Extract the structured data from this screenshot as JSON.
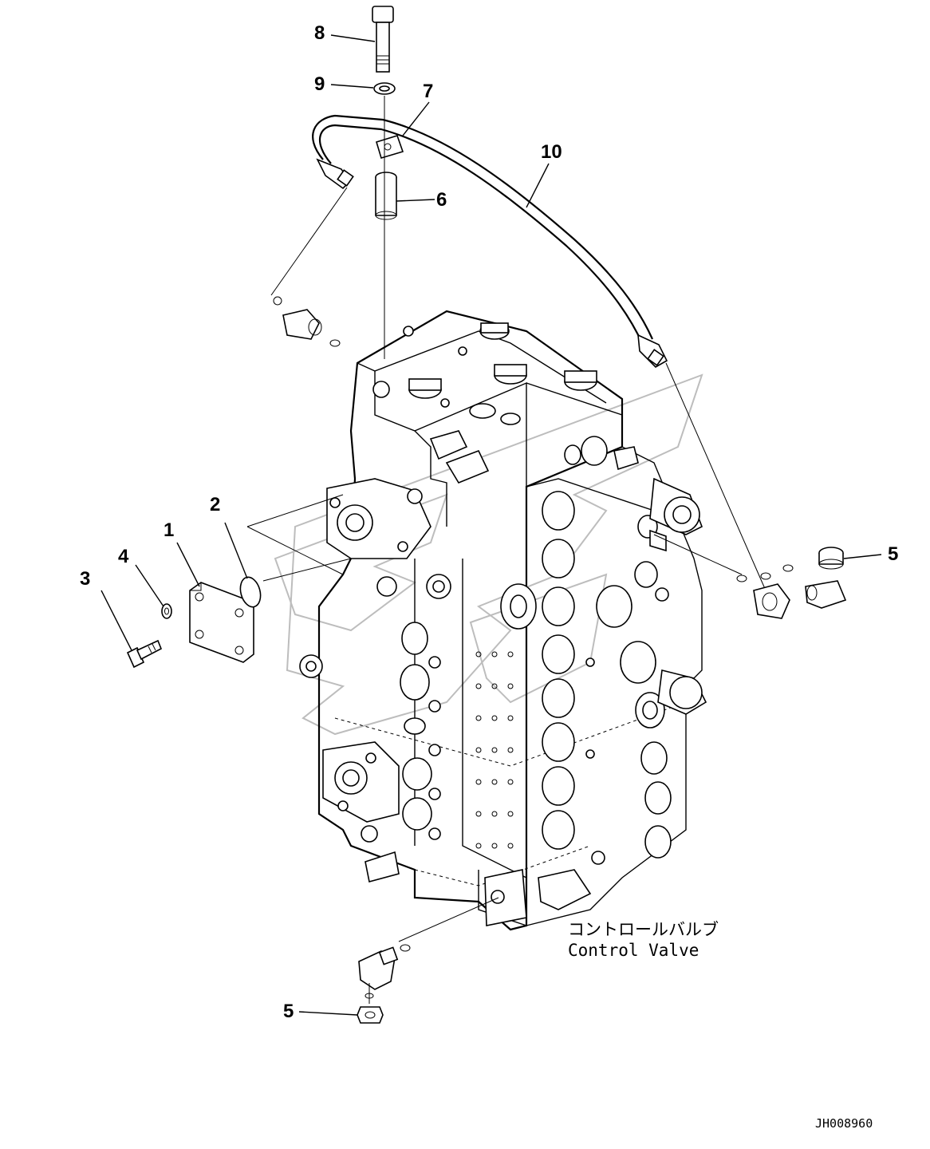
{
  "callouts": [
    {
      "id": "1",
      "label": "1"
    },
    {
      "id": "2",
      "label": "2"
    },
    {
      "id": "3",
      "label": "3"
    },
    {
      "id": "4",
      "label": "4"
    },
    {
      "id": "5a",
      "label": "5"
    },
    {
      "id": "5b",
      "label": "5"
    },
    {
      "id": "6",
      "label": "6"
    },
    {
      "id": "7",
      "label": "7"
    },
    {
      "id": "8",
      "label": "8"
    },
    {
      "id": "9",
      "label": "9"
    },
    {
      "id": "10",
      "label": "10"
    }
  ],
  "caption": {
    "japanese": "コントロールバルブ",
    "english": "Control Valve"
  },
  "drawing_code": "JH008960"
}
